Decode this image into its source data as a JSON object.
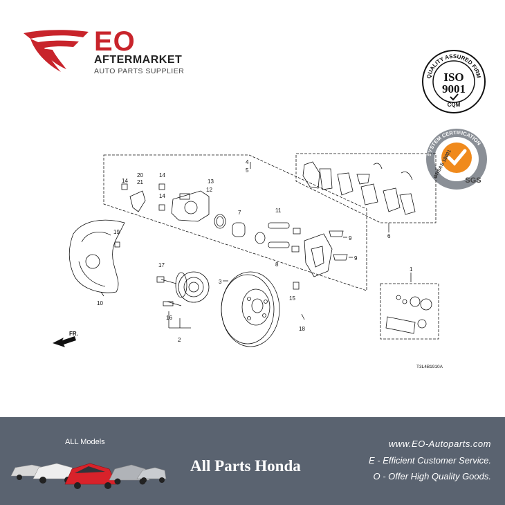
{
  "brand": {
    "name": "EO",
    "subtitle": "AFTERMARKET",
    "tagline": "AUTO PARTS SUPPLIER",
    "color": "#c8242b"
  },
  "certifications": {
    "iso_ring_text": "QUALITY ASSURED FIRM",
    "iso_label": "ISO",
    "iso_number": "9001",
    "iso_org": "CQM",
    "sgs_ring_text": "SYSTEM CERTIFICATION",
    "sgs_sub": "OHSAS 18001",
    "sgs_label": "SGS"
  },
  "diagram": {
    "code": "T3L4B1910A",
    "direction_label": "FR.",
    "callouts": {
      "c1": "1",
      "c2": "2",
      "c3": "3",
      "c4": "4",
      "c5": "5",
      "c6": "6",
      "c7": "7",
      "c8": "8",
      "c9a": "9",
      "c9b": "9",
      "c10": "10",
      "c11": "11",
      "c12": "12",
      "c13": "13",
      "c14a": "14",
      "c14b": "14",
      "c14c": "14",
      "c15": "15",
      "c16": "16",
      "c17": "17",
      "c18": "18",
      "c19": "19",
      "c20": "20",
      "c21": "21"
    }
  },
  "footer": {
    "models_label": "ALL Models",
    "title": "All Parts Honda",
    "website": "www.EO-Autoparts.com",
    "tagline1": "E - Efficient Customer Service.",
    "tagline2": "O - Offer High Quality Goods.",
    "background": "#5a6370"
  }
}
